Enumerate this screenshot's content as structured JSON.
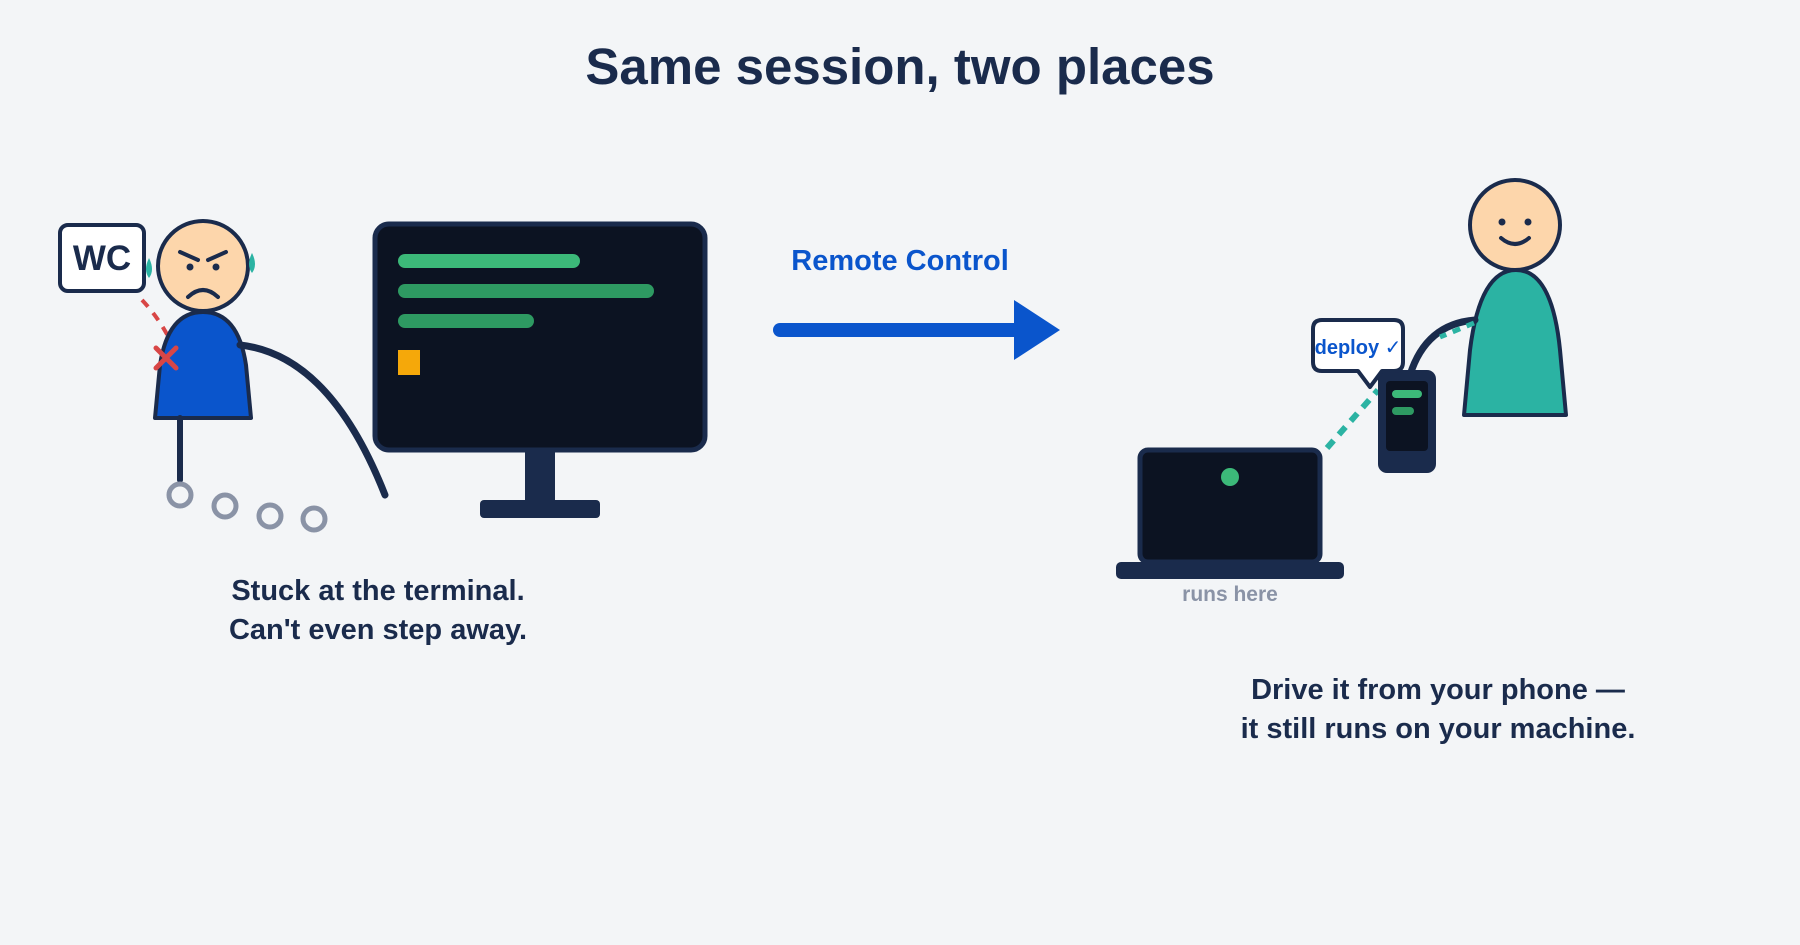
{
  "title": "Same session, two places",
  "left_panel": {
    "sign_label": "WC",
    "caption_line1": "Stuck at the terminal.",
    "caption_line2": "Can't even step away."
  },
  "arrow": {
    "label": "Remote Control"
  },
  "right_panel": {
    "laptop_label": "runs here",
    "bubble_label": "deploy ✓",
    "caption_line1": "Drive it from your phone —",
    "caption_line2": "it still runs on your machine."
  },
  "colors": {
    "navy": "#1a2b4c",
    "accent_blue": "#0a55cc",
    "teal": "#2bb3a3",
    "green": "#3cb979",
    "amber": "#f5a80a",
    "alert_red": "#d84646",
    "skin": "#fdd6ab",
    "screen": "#0c1322"
  }
}
